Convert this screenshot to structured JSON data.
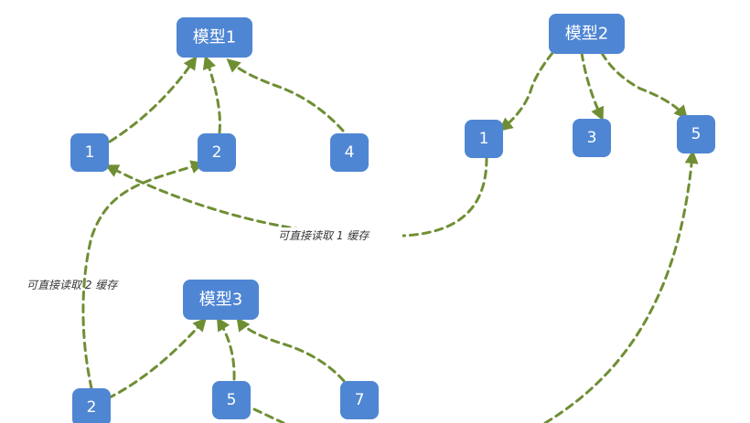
{
  "colors": {
    "node_fill": "#4F86D3",
    "node_text": "#FFFFFF",
    "edge": "#6F8E34",
    "label_bg": "#FFFFFF"
  },
  "models": {
    "m1": "模型1",
    "m2": "模型2",
    "m3": "模型3"
  },
  "nodes": {
    "a1": "1",
    "a2": "2",
    "a4": "4",
    "b1": "1",
    "b3": "3",
    "b5": "5",
    "c2": "2",
    "c5": "5",
    "c7": "7"
  },
  "labels": {
    "read_cache_1": "可直接读取 1 缓存",
    "read_cache_2": "可直接读取 2 缓存"
  }
}
